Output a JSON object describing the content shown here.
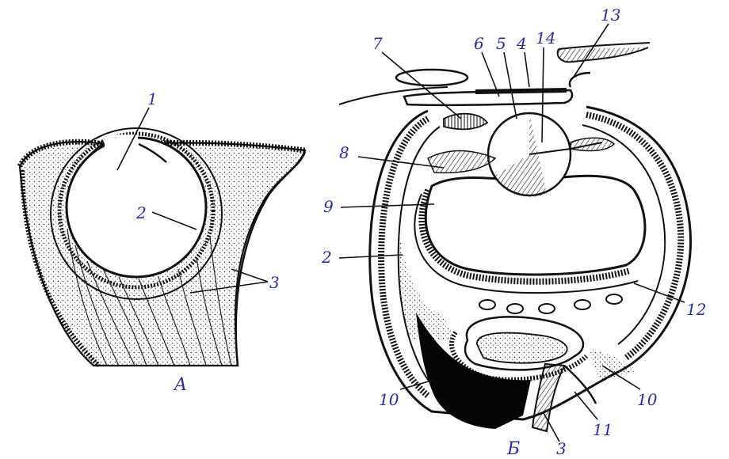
{
  "panels": {
    "a": {
      "label": "A"
    },
    "b": {
      "label": "Б"
    }
  },
  "labels_a": [
    "1",
    "2",
    "3"
  ],
  "labels_b": [
    "7",
    "6",
    "5",
    "4",
    "14",
    "13",
    "8",
    "9",
    "2",
    "12",
    "10",
    "10",
    "3",
    "11"
  ]
}
